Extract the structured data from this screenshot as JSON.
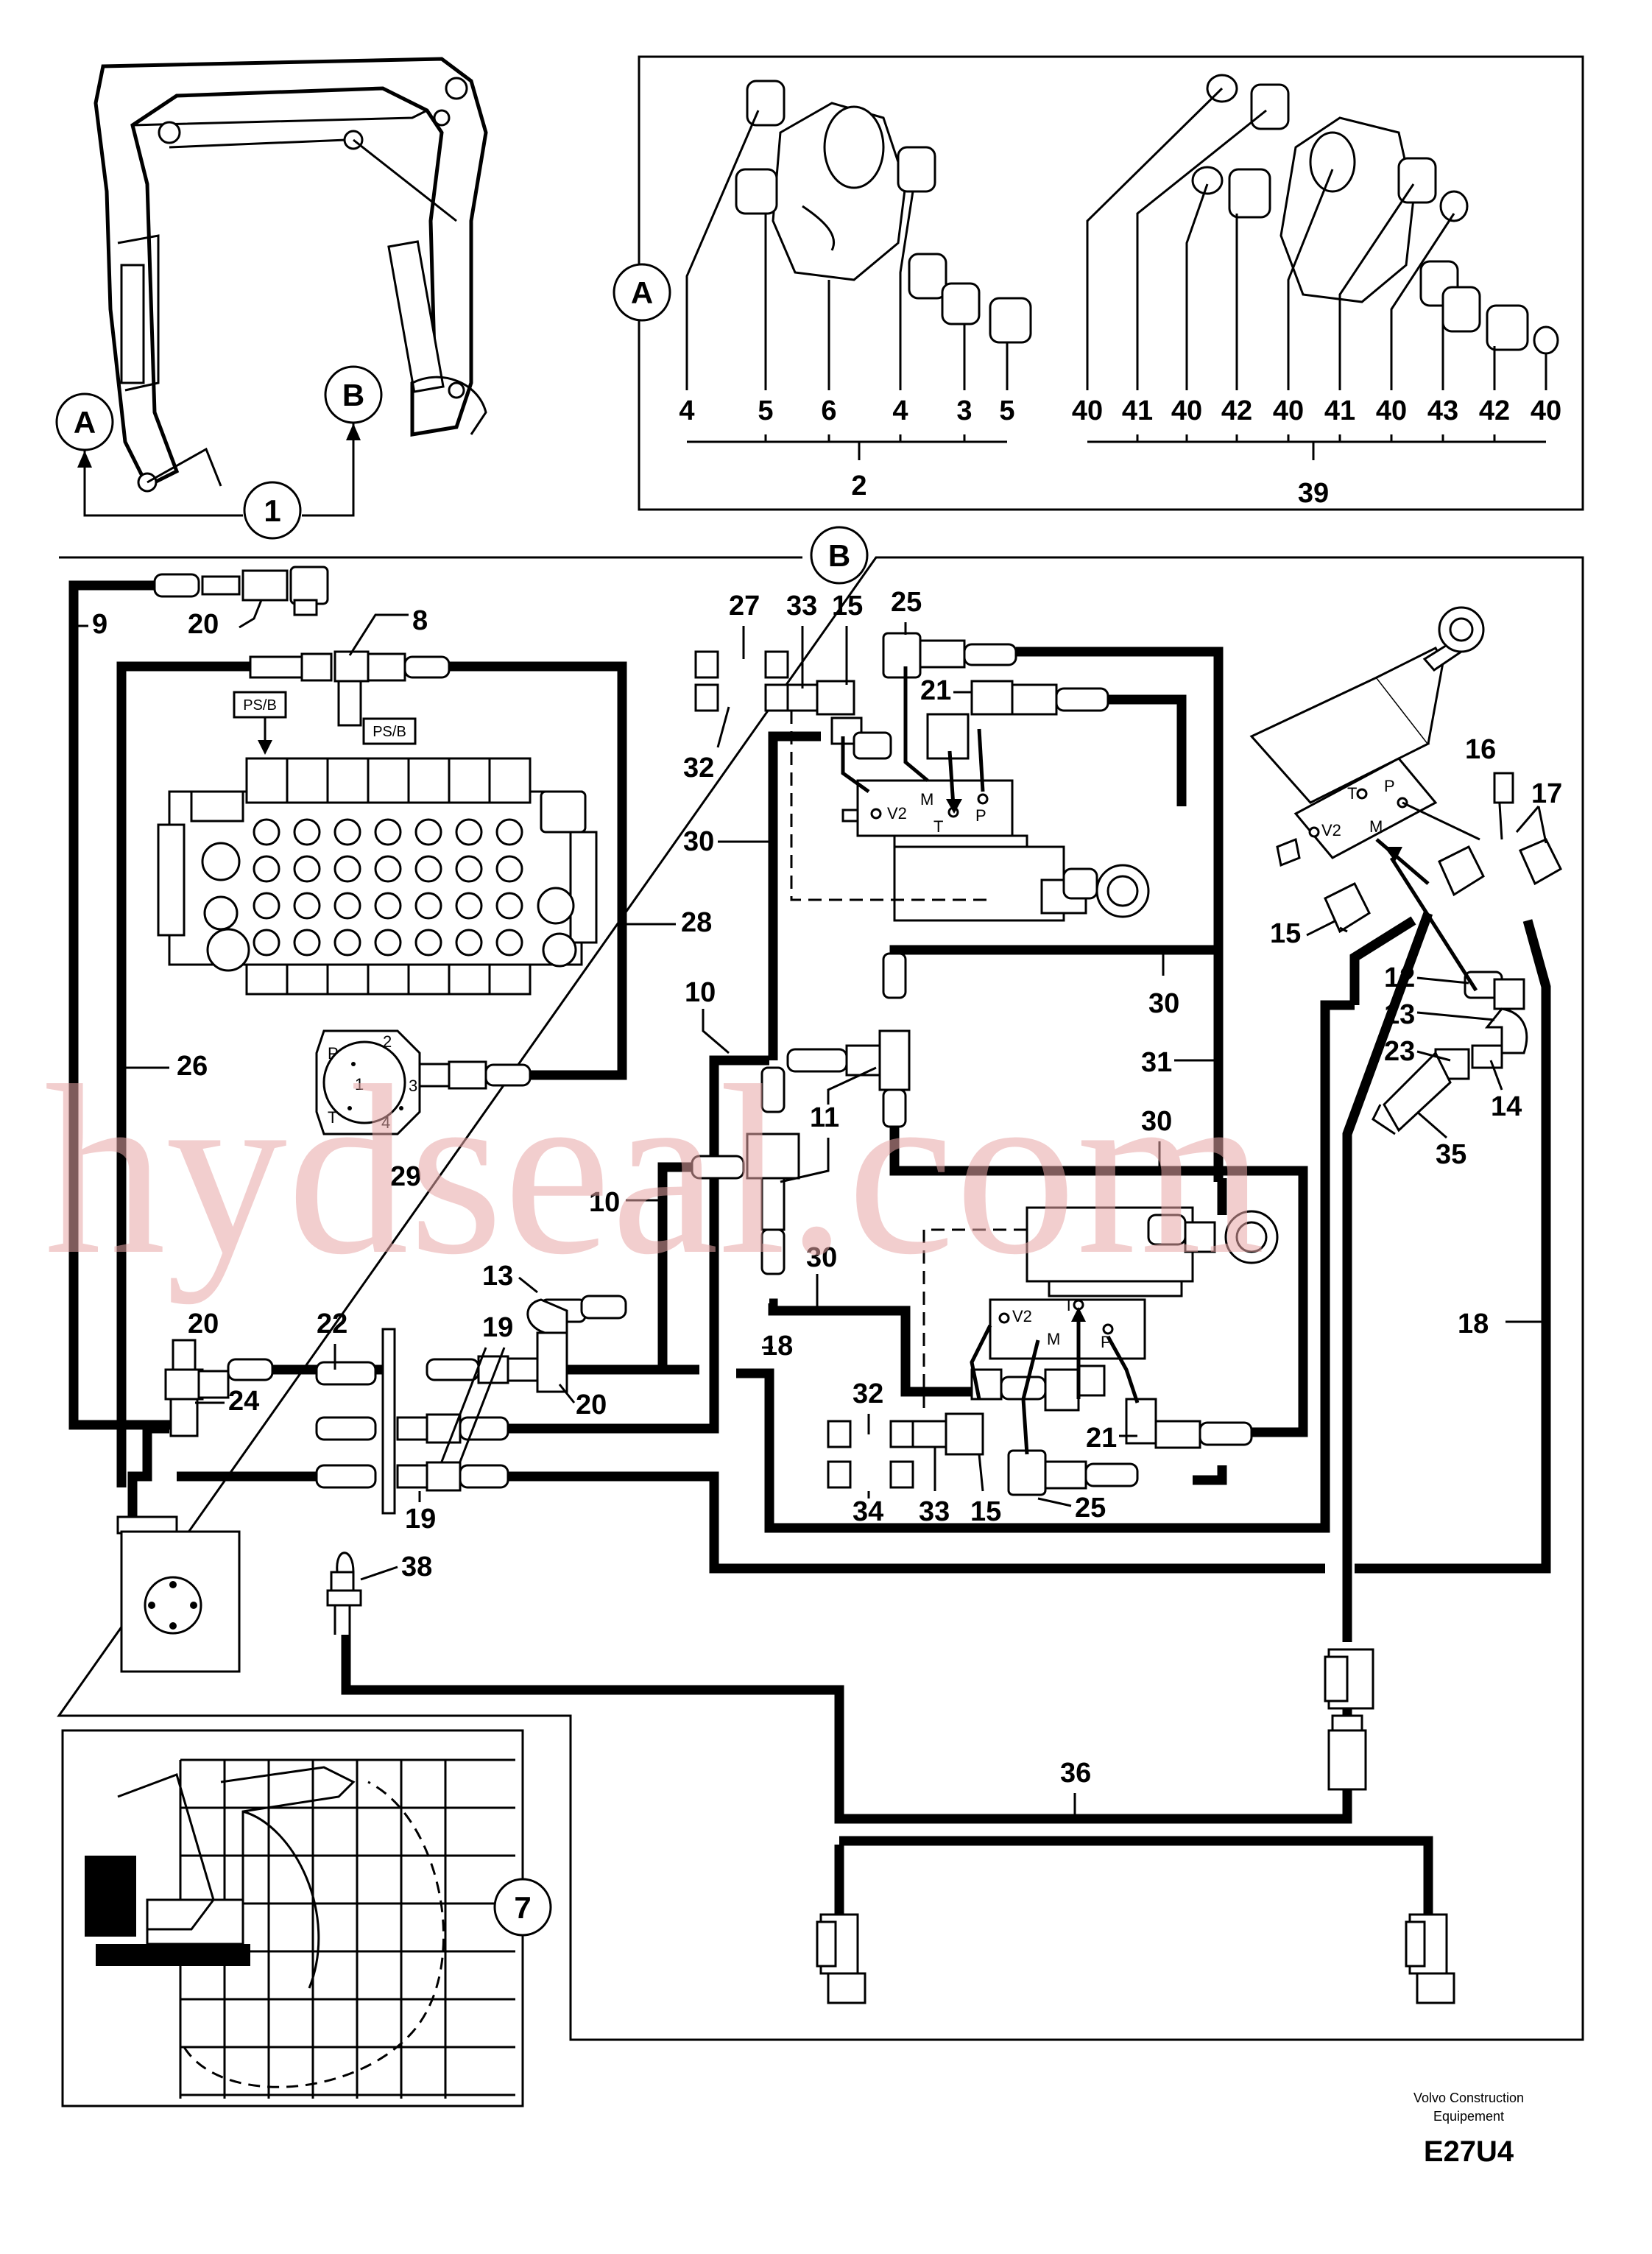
{
  "callouts": {
    "A": "A",
    "B": "B",
    "c1": "1",
    "c7": "7"
  },
  "top_box": {
    "left_labels": [
      "4",
      "5",
      "6",
      "4",
      "3",
      "5"
    ],
    "left_group": "2",
    "right_labels": [
      "40",
      "41",
      "40",
      "42",
      "40",
      "41",
      "40",
      "43",
      "42",
      "40"
    ],
    "right_group": "39"
  },
  "labels": {
    "n9": "9",
    "n20a": "20",
    "n8": "8",
    "psb1": "PS/B",
    "psb2": "PS/B",
    "n27": "27",
    "n33a": "33",
    "n15a": "15",
    "n25a": "25",
    "n21a": "21",
    "n32a": "32",
    "n30a": "30",
    "n28": "28",
    "n26": "26",
    "n29": "29",
    "n10a": "10",
    "n10b": "10",
    "n11": "11",
    "n30b": "30",
    "n31": "31",
    "n30c": "30",
    "n16": "16",
    "n17": "17",
    "n15b": "15",
    "n12": "12",
    "n13a": "13",
    "n23": "23",
    "n14": "14",
    "n35": "35",
    "n13b": "13",
    "n30d": "30",
    "n18a": "18",
    "n18b": "18",
    "n20b": "20",
    "n22": "22",
    "n19a": "19",
    "n20c": "20",
    "n24": "24",
    "n19b": "19",
    "n32b": "32",
    "n21b": "21",
    "n34": "34",
    "n33b": "33",
    "n15c": "15",
    "n25b": "25",
    "n38": "38",
    "n36": "36"
  },
  "ports": {
    "v2": "V2",
    "m": "M",
    "t": "T",
    "p": "P",
    "g2": "2",
    "g1": "1",
    "g3": "3",
    "g4": "4",
    "gP": "P",
    "gT": "T"
  },
  "watermark": "hydseal.com",
  "footer": {
    "company_line1": "Volvo Construction",
    "company_line2": "Equipement",
    "code": "E27U4"
  }
}
